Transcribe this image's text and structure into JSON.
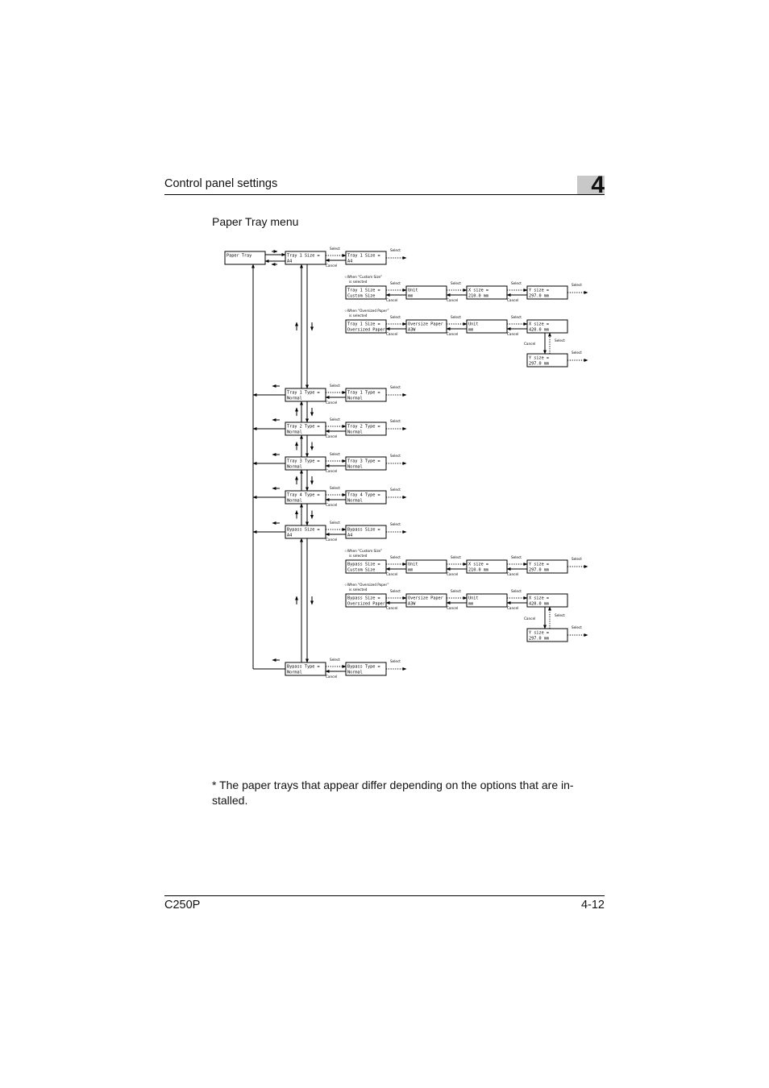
{
  "header": {
    "section_title": "Control panel settings",
    "chapter_number": "4"
  },
  "page_subtitle": "Paper Tray menu",
  "diagram": {
    "root": "Paper Tray",
    "labels": {
      "select": "Select",
      "cancel": "Cancel",
      "when_custom_line1": "☆When “Custom Size”",
      "when_custom_line2": "is selected",
      "when_oversized_line1": "☆When “Oversized Paper”",
      "when_oversized_line2": "is selected"
    },
    "tray1_size": {
      "main": [
        "Tray 1 Size =",
        "A4"
      ],
      "sub": [
        "Tray 1 Size =",
        "A4"
      ],
      "custom": [
        [
          "Tray 1 Size =",
          "Custom Size"
        ],
        [
          "Unit",
          "mm"
        ],
        [
          "X size =",
          "210.0 mm"
        ],
        [
          "Y size =",
          "297.0 mm"
        ]
      ],
      "oversized": [
        [
          "Tray 1 Size =",
          "Oversized Paper"
        ],
        [
          "Oversize Paper",
          "A3W"
        ],
        [
          "Unit",
          "mm"
        ],
        [
          "X size =",
          "420.0 mm"
        ],
        [
          "Y size =",
          "297.0 mm"
        ]
      ]
    },
    "types": [
      {
        "main": [
          "Tray 1 Type =",
          "Normal"
        ],
        "sub": [
          "Tray 1 Type =",
          "Normal"
        ]
      },
      {
        "main": [
          "Tray 2 Type =",
          "Normal"
        ],
        "sub": [
          "Tray 2 Type =",
          "Normal"
        ]
      },
      {
        "main": [
          "Tray 3 Type =",
          "Normal"
        ],
        "sub": [
          "Tray 3 Type =",
          "Normal"
        ]
      },
      {
        "main": [
          "Tray 4 Type =",
          "Normal"
        ],
        "sub": [
          "Tray 4 Type =",
          "Normal"
        ]
      }
    ],
    "bypass_size": {
      "main": [
        "Bypass Size =",
        "A4"
      ],
      "sub": [
        "Bypass Size =",
        "A4"
      ],
      "custom": [
        [
          "Bypass Size =",
          "Custom Size"
        ],
        [
          "Unit",
          "mm"
        ],
        [
          "X size =",
          "210.0 mm"
        ],
        [
          "Y size =",
          "297.0 mm"
        ]
      ],
      "oversized": [
        [
          "Bypass Size =",
          "Oversized Paper"
        ],
        [
          "Oversize Paper",
          "A3W"
        ],
        [
          "Unit",
          "mm"
        ],
        [
          "X size =",
          "420.0 mm"
        ],
        [
          "Y size =",
          "297.0 mm"
        ]
      ]
    },
    "bypass_type": {
      "main": [
        "Bypass Type =",
        "Normal"
      ],
      "sub": [
        "Bypass Type =",
        "Normal"
      ]
    }
  },
  "footnote": "* The paper trays that appear differ depending on the options that are in-stalled.",
  "footer": {
    "model": "C250P",
    "page": "4-12"
  }
}
